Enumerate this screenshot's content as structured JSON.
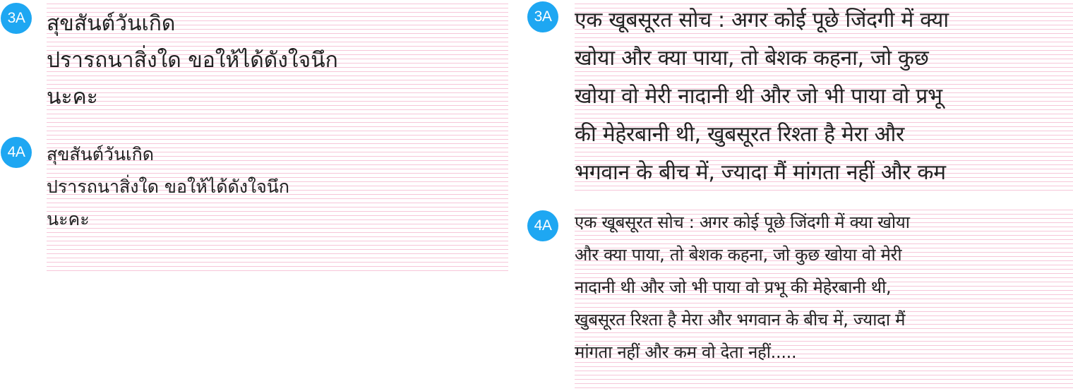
{
  "thai": {
    "block_3a": {
      "badge": "3A",
      "lines": [
        "สุขสันต์วันเกิด",
        "ปรารถนาสิ่งใด ขอให้ได้ดังใจนึก",
        "นะคะ"
      ]
    },
    "block_4a": {
      "badge": "4A",
      "lines": [
        "สุขสันต์วันเกิด",
        "ปรารถนาสิ่งใด ขอให้ได้ดังใจนึก",
        "นะคะ"
      ]
    }
  },
  "hindi": {
    "block_3a": {
      "badge": "3A",
      "lines": [
        "एक खूबसूरत सोच : अगर कोई पूछे जिंदगी में क्या",
        "खोया और क्या पाया, तो बेशक कहना, जो कुछ",
        "खोया वो मेरी नादानी थी और जो भी पाया वो प्रभू",
        "की मेहेरबानी थी, खुबसूरत रिश्ता है मेरा और",
        "भगवान के बीच में, ज्यादा मैं मांगता नहीं और कम"
      ]
    },
    "block_4a": {
      "badge": "4A",
      "lines": [
        "एक खूबसूरत सोच : अगर कोई पूछे जिंदगी में क्या खोया",
        "और क्या पाया, तो बेशक कहना, जो कुछ खोया वो मेरी",
        "नादानी थी और जो भी पाया वो प्रभू की मेहेरबानी थी,",
        "खुबसूरत रिश्ता है मेरा और भगवान के बीच में, ज्यादा मैं",
        "मांगता नहीं और कम वो देता नहीं....."
      ]
    }
  },
  "colors": {
    "badge": "#1ea7f2",
    "rule_line": "#f7c6d9",
    "text": "#222222"
  }
}
